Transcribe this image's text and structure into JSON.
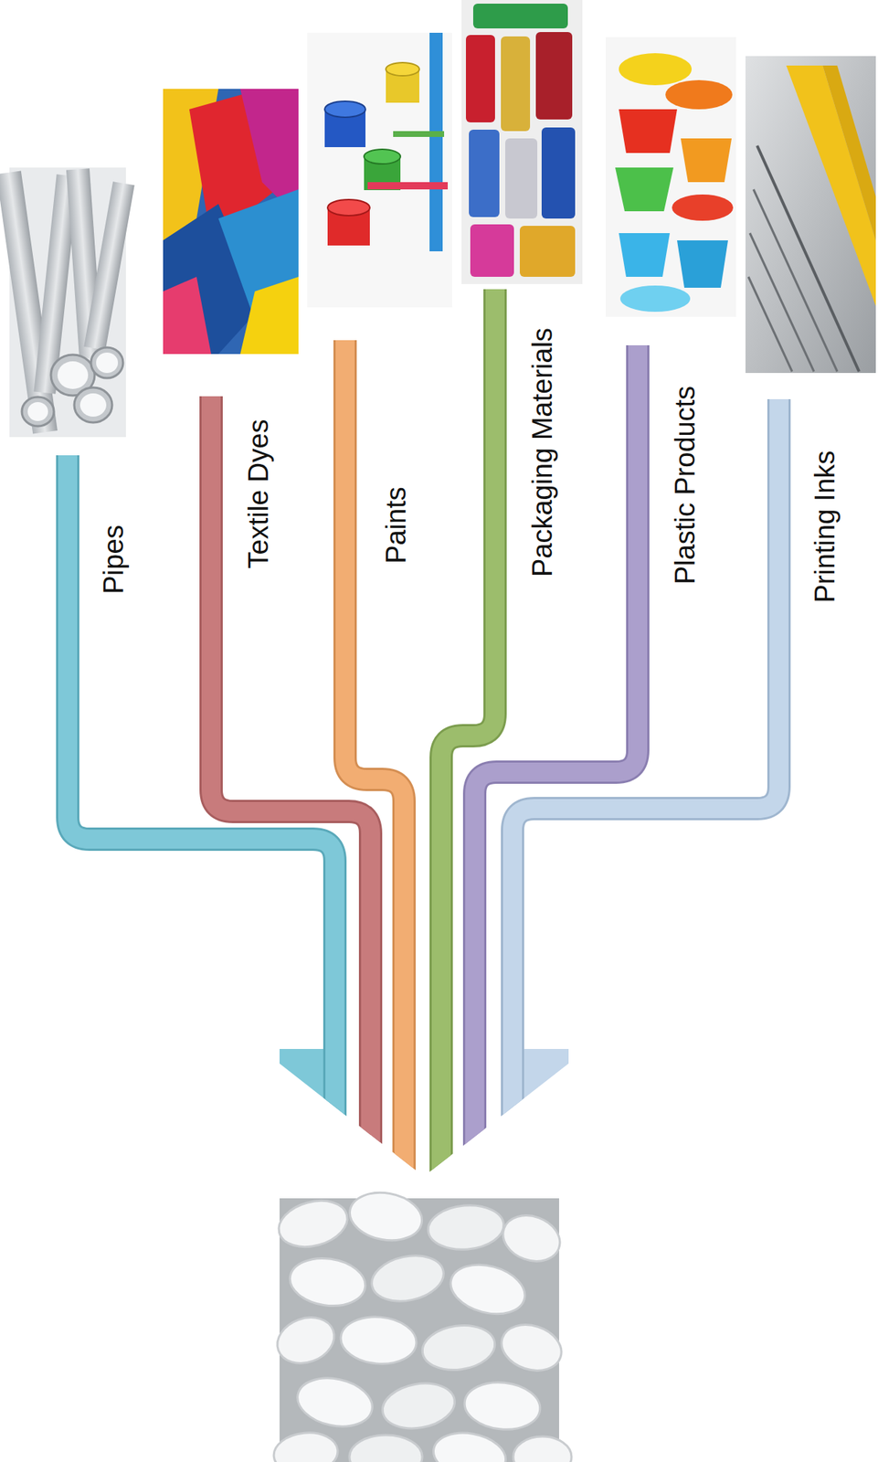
{
  "diagram": {
    "labels": [
      "Pipes",
      "Textile Dyes",
      "Paints",
      "Packaging Materials",
      "Plastic Products",
      "Printing Inks"
    ]
  }
}
